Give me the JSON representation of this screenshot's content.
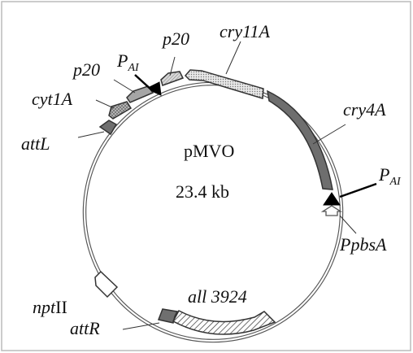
{
  "plasmid": {
    "name": "pMVO",
    "size": "23.4 kb"
  },
  "labels": {
    "pai_top": "P",
    "pai_top_sub": "AI",
    "p20_top": "p20",
    "cry11a": "cry11A",
    "p20_left": "p20",
    "cyt1a": "cyt1A",
    "attl": "attL",
    "cry4a": "cry4A",
    "pai_right": "P",
    "pai_right_sub": "AI",
    "ppbsa": "PpbsA",
    "all3924": "all 3924",
    "npt_italic": "npt",
    "npt_plain": "II",
    "attr": "attR"
  }
}
